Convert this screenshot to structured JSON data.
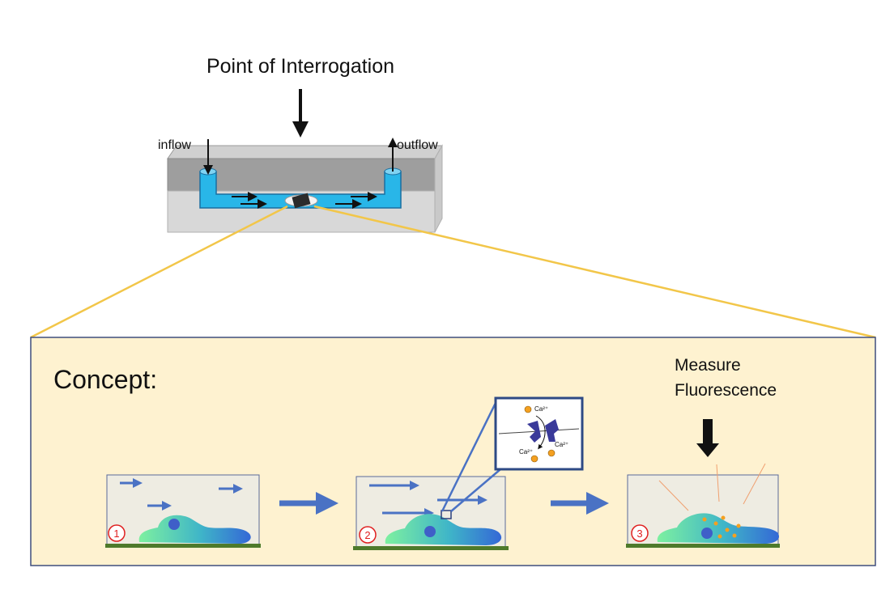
{
  "top": {
    "title": "Point of Interrogation",
    "inflow_label": "inflow",
    "outflow_label": "outflow"
  },
  "concept": {
    "heading": "Concept:",
    "measure_label_line1": "Measure",
    "measure_label_line2": "Fluorescence",
    "ion_label": "Ca²⁺",
    "steps": [
      {
        "number": "1"
      },
      {
        "number": "2"
      },
      {
        "number": "3"
      }
    ]
  },
  "colors": {
    "panel_fill": "#fef2d0",
    "panel_border": "#3f4e7d",
    "zoom_lines": "#f2c649",
    "fluid": "#29b6e8",
    "arrow_blue": "#4a72c4",
    "ground": "#4e7a2b",
    "calcium": "#f4a020",
    "channel": "#3a3a9a",
    "step_circle": "#e02020",
    "emission_lines": "#f0a070"
  },
  "icons": [
    "arrow-down-icon",
    "arrow-up-icon",
    "flow-arrow-icon",
    "process-arrow-icon",
    "calcium-ion-icon",
    "ion-channel-icon"
  ]
}
